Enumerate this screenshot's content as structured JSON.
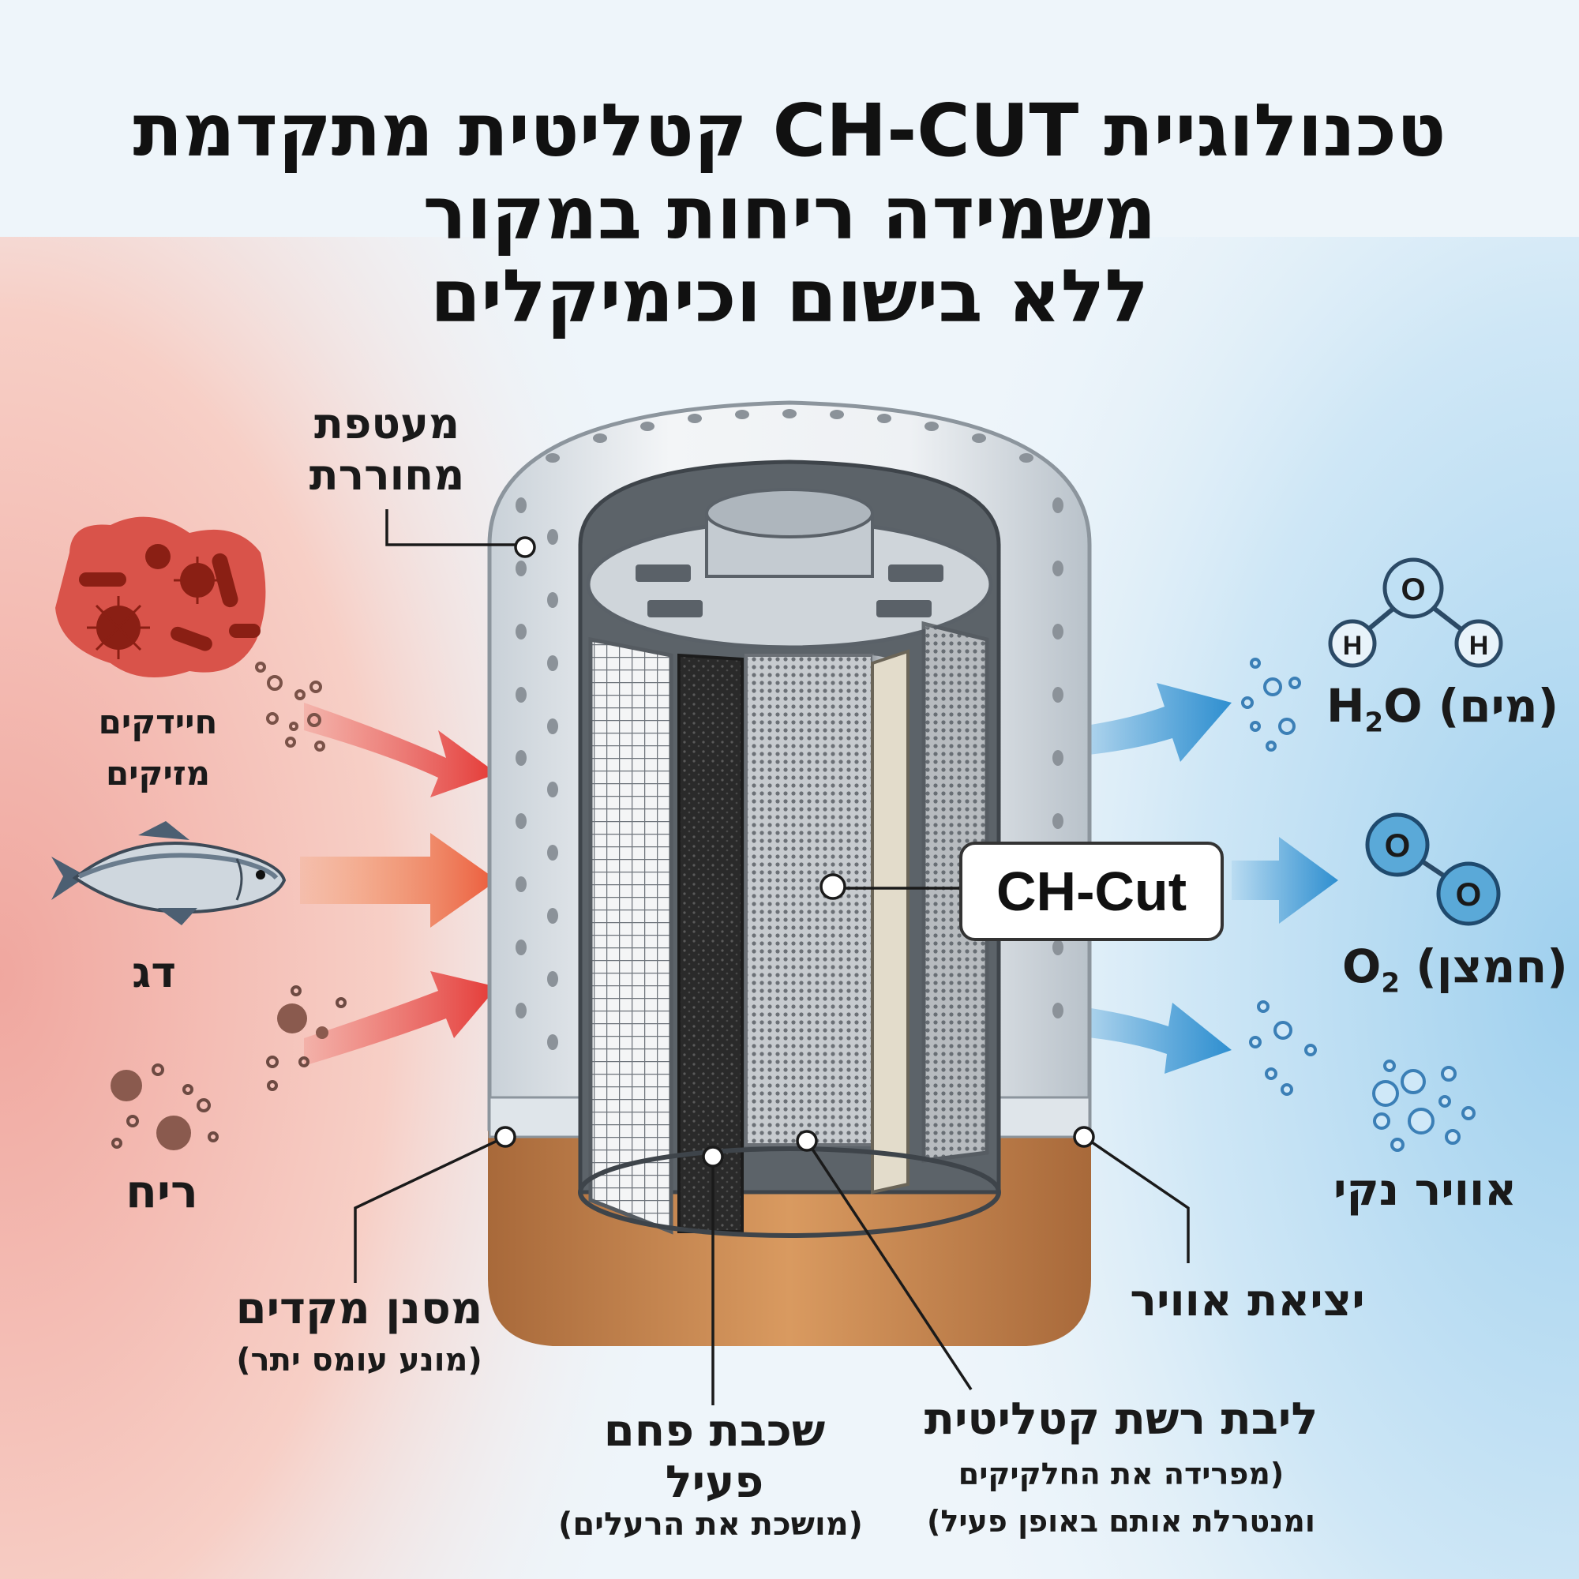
{
  "title": {
    "line1": "טכנולוגיית CH-CUT קטליטית מתקדמת",
    "line2": "משמידה ריחות במקור",
    "line3": "ללא בישום וכימיקלים"
  },
  "labels": {
    "housing": {
      "line1": "מעטפת",
      "line2": "מחוררת"
    },
    "bacteria": {
      "line1": "חיידקים",
      "line2": "מזיקים"
    },
    "fish": "דג",
    "odor": "ריח",
    "prefilter": {
      "title": "מסנן מקדים",
      "note": "(מונע עומס יתר)"
    },
    "carbon": {
      "line1": "שכבת פחם",
      "line2": "פעיל",
      "note": "(מושכת את הרעלים)"
    },
    "catalytic": {
      "title": "ליבת רשת קטליטית",
      "note1": "(מפרידה את החלקיקים",
      "note2": "ומנטרלת אותם באופן פעיל)"
    },
    "air_outlet": "יציאת אוויר",
    "clean_air": "אוויר נקי",
    "ch_cut": "CH-Cut"
  },
  "molecules": {
    "water": {
      "formula_main": "H",
      "formula_sub": "2",
      "formula_tail": "O",
      "name": "(מים)",
      "atoms": [
        "O",
        "H",
        "H"
      ]
    },
    "oxygen": {
      "formula_main": "O",
      "formula_sub": "2",
      "name": "(חמצן)",
      "atoms": [
        "O",
        "O"
      ]
    }
  },
  "colors": {
    "incoming": "#e53935",
    "outgoing": "#2f8fd0",
    "base_wood": "#c98a52",
    "housing": "#dfe5ea",
    "carbon": "#2b2b2b",
    "catalytic_mesh": "#b9bec3"
  }
}
